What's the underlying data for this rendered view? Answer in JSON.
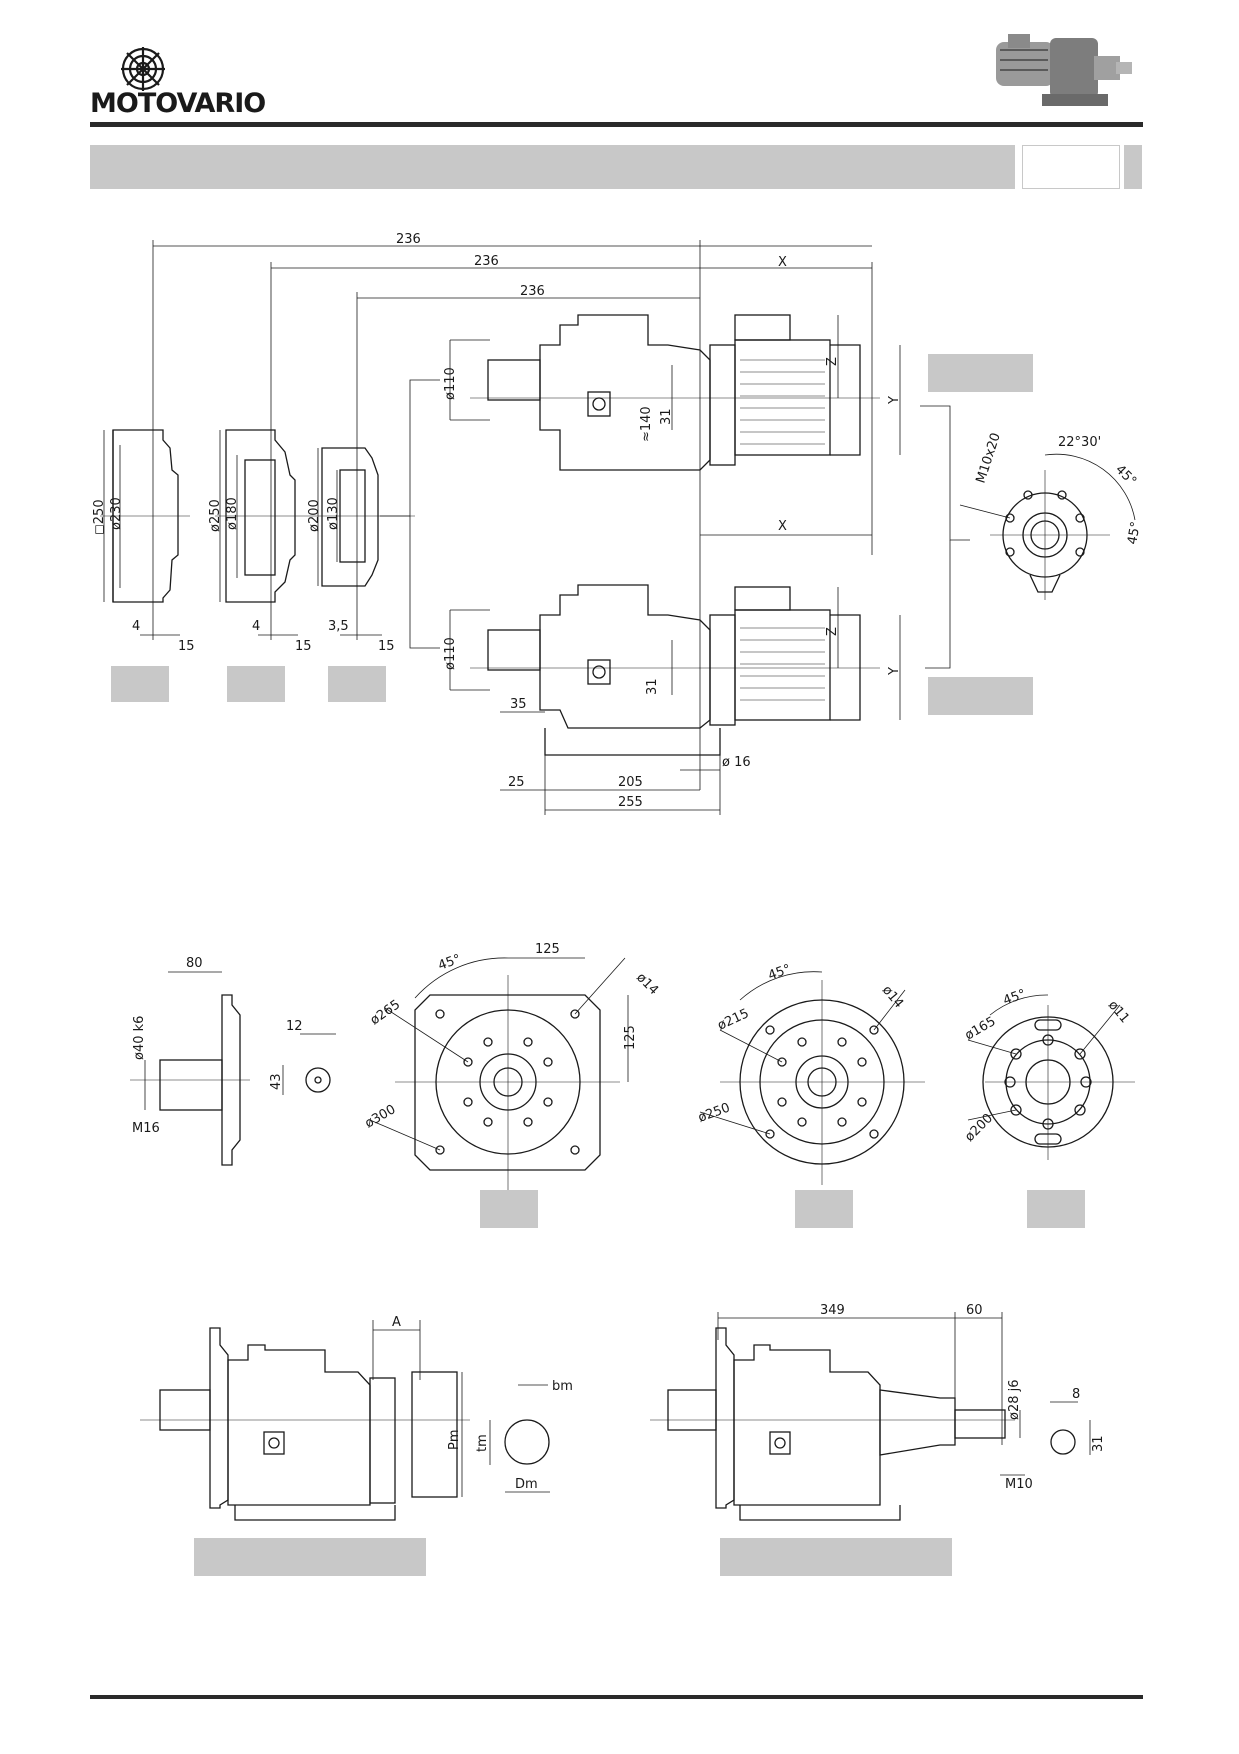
{
  "brand": {
    "name": "MOTOVARIO"
  },
  "icons": {
    "logo": "gear-flower-logo-icon",
    "product": "gearmotor-photo-icon"
  },
  "colors": {
    "placeholder": "#c8c8c8",
    "rule": "#2a2a2a"
  },
  "top_view": {
    "dims_236": [
      "236",
      "236",
      "236"
    ],
    "x_label": "X",
    "y_label": "Y",
    "z_label": "Z",
    "upper": {
      "d110": "ø110",
      "d140": "≈140",
      "h31": "31"
    },
    "lower": {
      "d110": "ø110",
      "h31": "31",
      "d35": "35",
      "d25": "25",
      "d205": "205",
      "d255": "255",
      "d16": "ø 16"
    },
    "flange_a": {
      "sq": "◻250",
      "d": "ø230",
      "t4": "4",
      "t15": "15"
    },
    "flange_b": {
      "d1": "ø250",
      "d2": "ø180",
      "t4": "4",
      "t15": "15"
    },
    "flange_c": {
      "d1": "ø200",
      "d2": "ø130",
      "t35": "3,5",
      "t15": "15"
    },
    "motor_flange": {
      "m": "M10x20",
      "a1": "22°30'",
      "a2": "45°",
      "a3": "45°"
    }
  },
  "mid_view": {
    "shaft": {
      "l80": "80",
      "d40": "ø40 k6",
      "m16": "M16",
      "k12": "12",
      "k43": "43"
    },
    "flange300": {
      "a45": "45°",
      "d125a": "125",
      "d125b": "125",
      "d14": "ø14",
      "d265": "ø265",
      "d300": "ø300"
    },
    "flange250": {
      "a45": "45°",
      "d14": "ø14",
      "d215": "ø215",
      "d250": "ø250"
    },
    "flange200": {
      "a45": "45°",
      "d11": "ø11",
      "d165": "ø165",
      "d200": "ø200"
    }
  },
  "bottom_view": {
    "left": {
      "a": "A",
      "bm": "bm",
      "tm": "tm",
      "pm": "Pm",
      "dm": "Dm"
    },
    "right": {
      "d349": "349",
      "d60": "60",
      "d28": "ø28 j6",
      "m10": "M10",
      "k8": "8",
      "k31": "31"
    }
  }
}
